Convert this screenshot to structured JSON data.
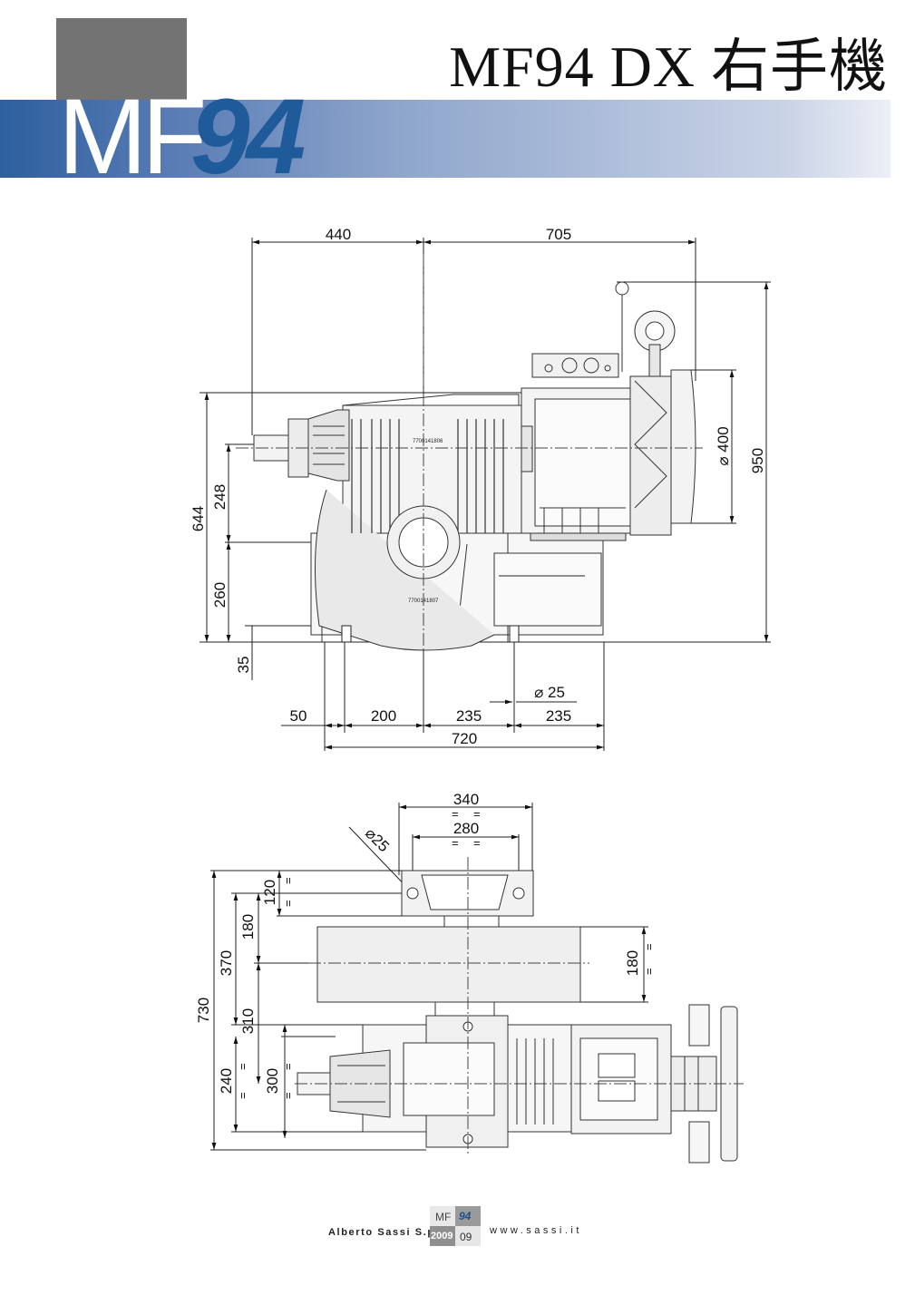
{
  "header": {
    "title": "MF94 DX 右手機",
    "logo_mf": "MF",
    "logo_94": "94"
  },
  "side_view": {
    "dims": {
      "w440": "440",
      "w705": "705",
      "d400": "⌀ 400",
      "h950": "950",
      "h644": "644",
      "h248": "248",
      "h260": "260",
      "h35": "35",
      "d25": "⌀ 25",
      "w50": "50",
      "w200": "200",
      "w235a": "235",
      "w235b": "235",
      "w720": "720"
    },
    "labels": {
      "part_upper": "7700141806",
      "part_lower": "7700141807"
    }
  },
  "top_view": {
    "dims": {
      "w340": "340",
      "w280": "280",
      "d25": "⌀25",
      "h120": "120",
      "h180a": "180",
      "h370": "370",
      "h730": "730",
      "h310": "310",
      "h240": "240",
      "h300": "300",
      "h180b": "180"
    },
    "equal_mark": "="
  },
  "footer": {
    "company": "Alberto Sassi S.p.A.",
    "box_mf": "MF",
    "box_94": "94",
    "box_year": "2009",
    "box_month": "09",
    "url": "www.sassi.it"
  },
  "colors": {
    "brand_blue": "#1f5a9a",
    "band_gray": "#737373"
  }
}
